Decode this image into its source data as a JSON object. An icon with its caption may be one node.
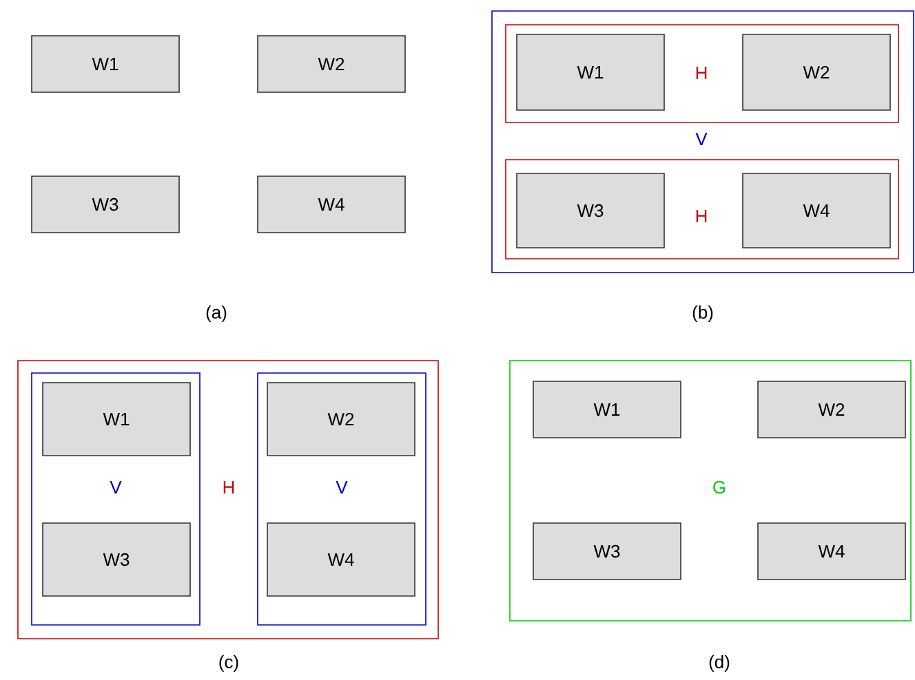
{
  "diagram": {
    "nodes": [
      {
        "text": [
          "W1"
        ]
      },
      {
        "text": [
          "W2"
        ]
      },
      {
        "text": [
          "W3"
        ]
      },
      {
        "text": [
          "W4"
        ]
      },
      {
        "text": [
          "V"
        ]
      },
      {
        "text": [
          "H"
        ],
        "in": 4
      },
      {
        "text": [
          "W1"
        ],
        "in": 5
      },
      {
        "text": [
          "W2"
        ],
        "in": 5
      },
      {
        "text": [
          "H"
        ],
        "in": 4
      },
      {
        "text": [
          "W3"
        ],
        "in": 8
      },
      {
        "text": [
          "W4"
        ],
        "in": 8
      },
      {
        "text": [
          "H"
        ]
      },
      {
        "text": [
          "V"
        ],
        "in": 11
      },
      {
        "text": [
          "W1"
        ],
        "in": 12
      },
      {
        "text": [
          "W3"
        ],
        "in": 12
      },
      {
        "text": [
          "V"
        ],
        "in": 11
      },
      {
        "text": [
          "W2"
        ],
        "in": 15
      },
      {
        "text": [
          "W4"
        ],
        "in": 15
      },
      {
        "text": [
          "G"
        ]
      },
      {
        "text": [
          "W1"
        ],
        "in": 18
      },
      {
        "text": [
          "W2"
        ],
        "in": 18
      },
      {
        "text": [
          "W3"
        ],
        "in": 18
      },
      {
        "text": [
          "W4"
        ],
        "in": 18
      }
    ],
    "labels": [
      "(a)",
      "(b)",
      "(c)",
      "(d)"
    ]
  }
}
